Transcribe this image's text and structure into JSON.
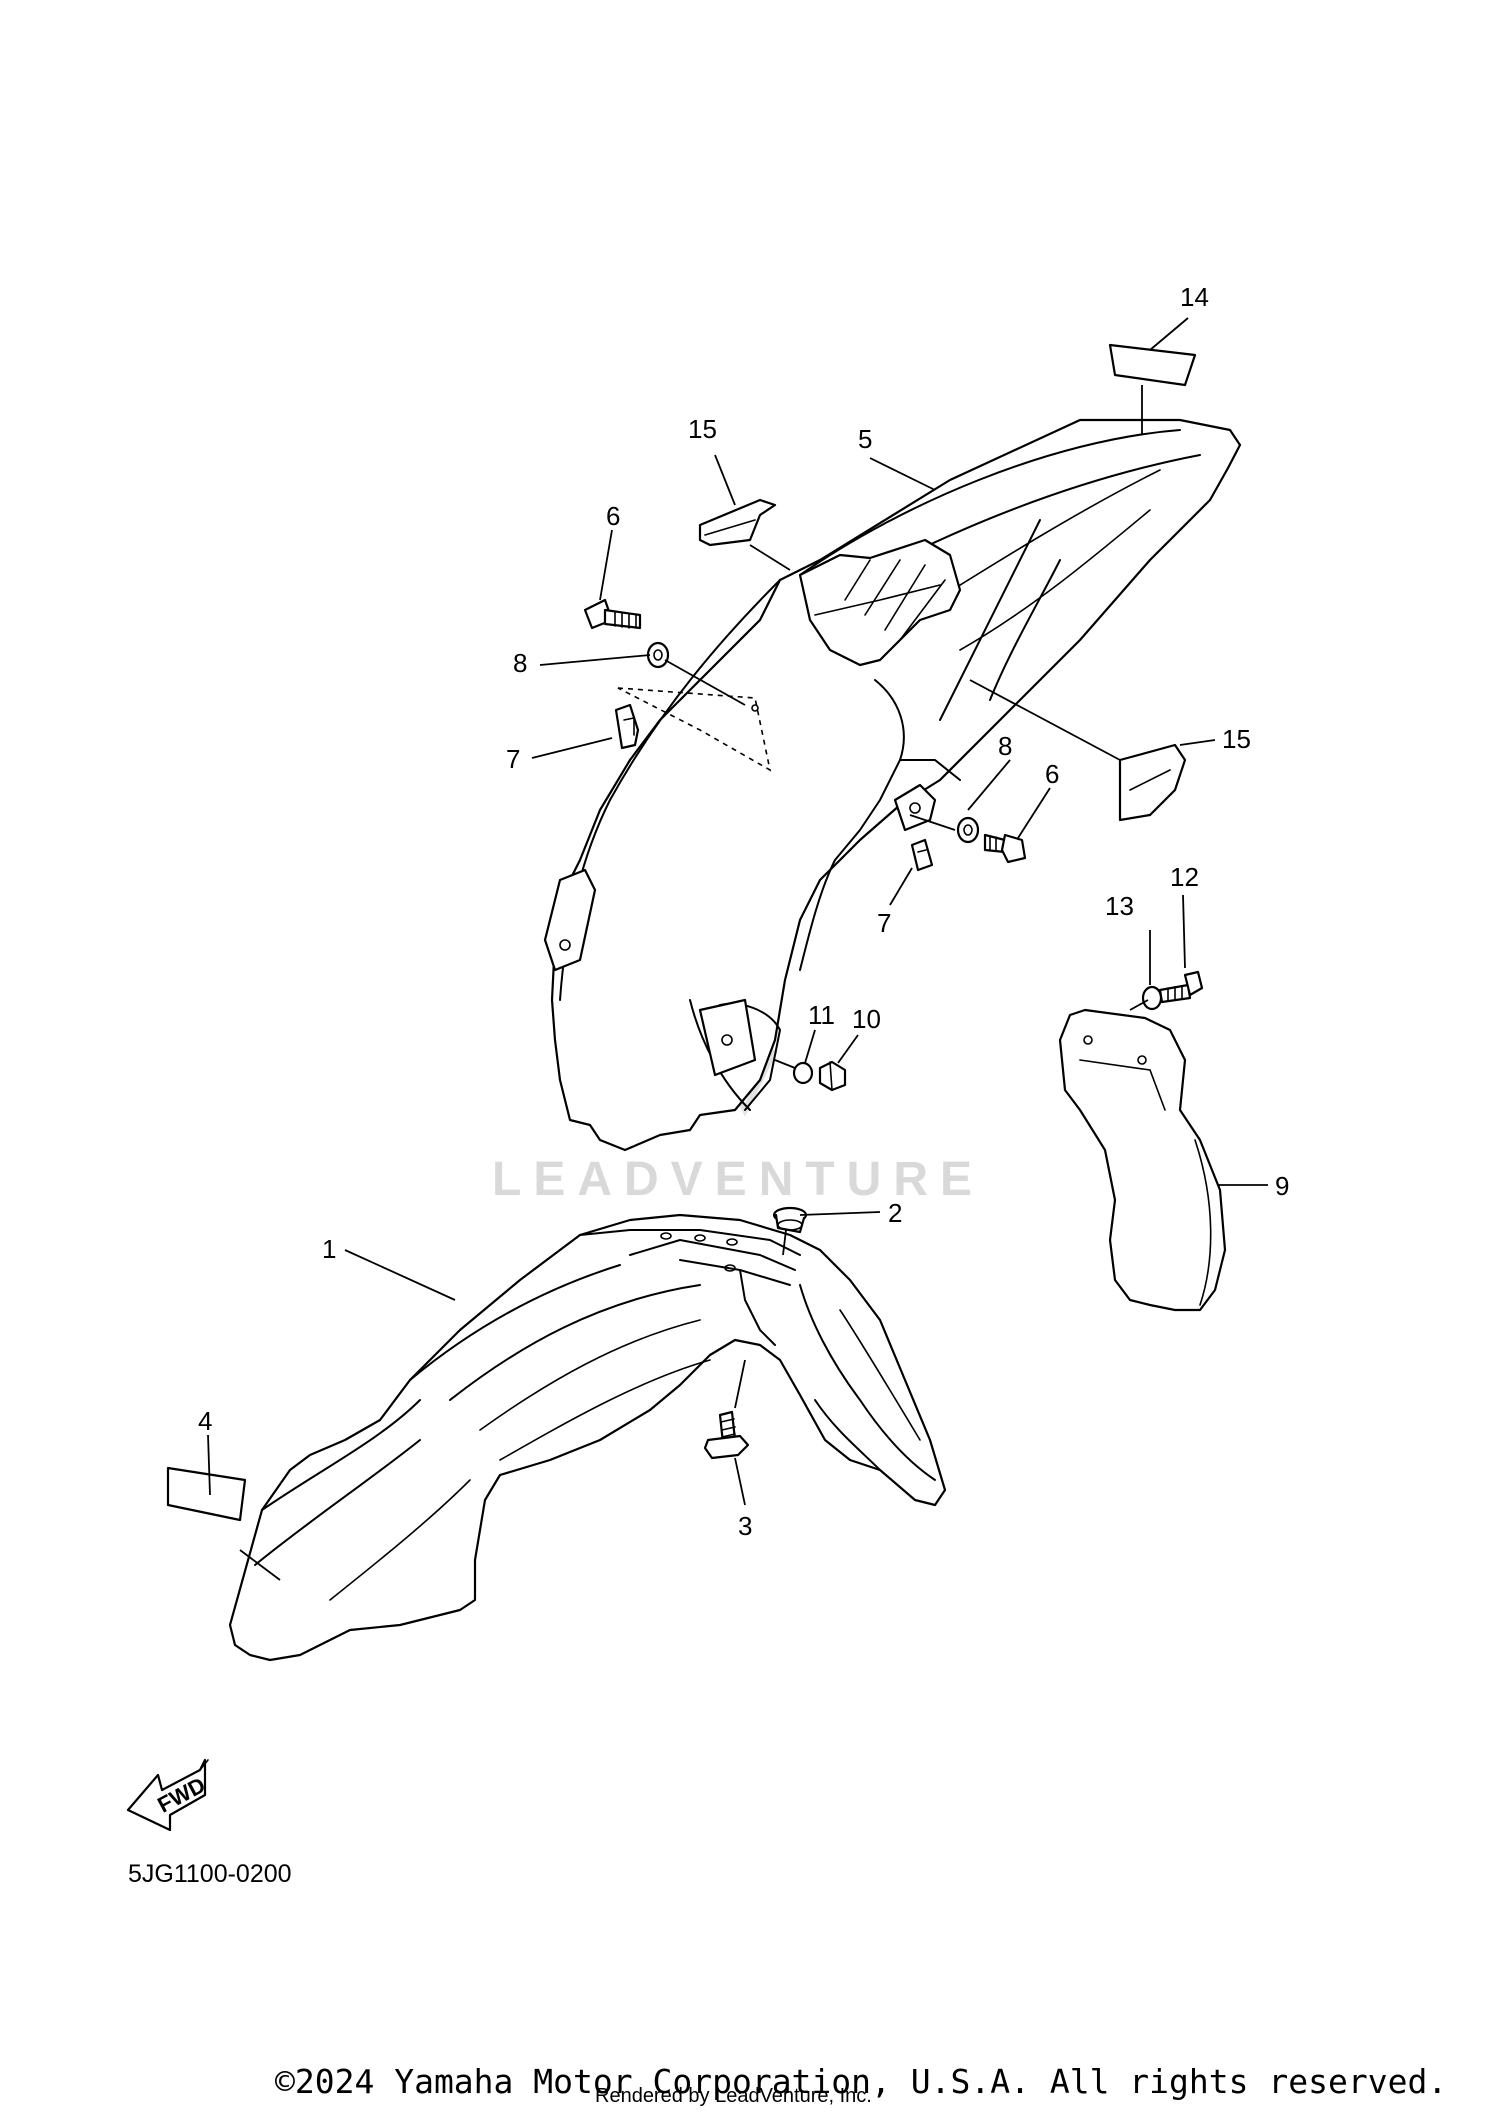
{
  "diagram": {
    "code": "5JG1100-0200",
    "watermark": "LEADVENTURE",
    "fwd_label": "FWD",
    "callouts": {
      "p1": "1",
      "p2": "2",
      "p3": "3",
      "p4": "4",
      "p5": "5",
      "p6a": "6",
      "p6b": "6",
      "p7a": "7",
      "p7b": "7",
      "p8a": "8",
      "p8b": "8",
      "p9": "9",
      "p10": "10",
      "p11": "11",
      "p12": "12",
      "p13": "13",
      "p14": "14",
      "p15a": "15",
      "p15b": "15"
    }
  },
  "footer": {
    "copyright": "©2024 Yamaha Motor Corporation, U.S.A. All rights reserved.",
    "rendered_by": "Rendered by LeadVenture, Inc."
  }
}
